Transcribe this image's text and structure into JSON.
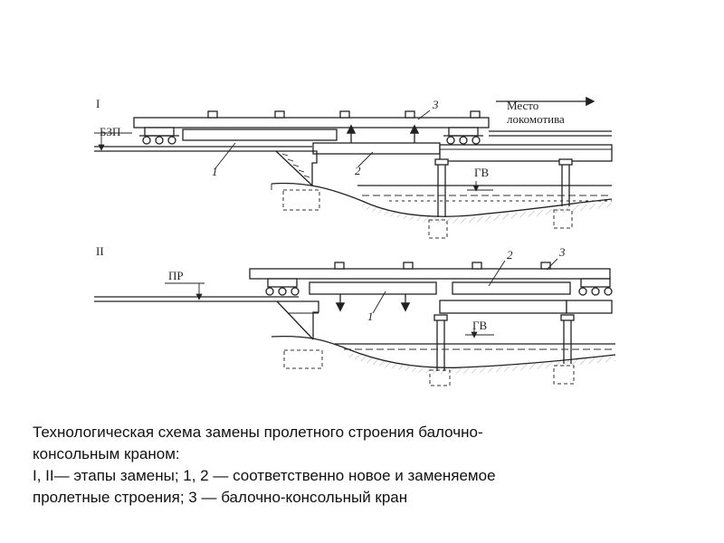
{
  "diagram": {
    "stage1": {
      "numeral": "I",
      "bzp": "БЗП",
      "loco_line1": "Место",
      "loco_line2": "локомотива",
      "gv": "ГВ",
      "n1": "1",
      "n2": "2",
      "n3": "3"
    },
    "stage2": {
      "numeral": "II",
      "pr": "ПР",
      "gv": "ГВ",
      "n1": "1",
      "n2": "2",
      "n3": "3"
    }
  },
  "caption": {
    "line1": "Технологическая схема замены пролетного строения балочно-",
    "line2": "консольным краном:",
    "line3": "I, II— этапы замены; 1, 2 — соответственно новое и заменяемое",
    "line4": "пролетные строения; 3 — балочно-консольный кран"
  }
}
